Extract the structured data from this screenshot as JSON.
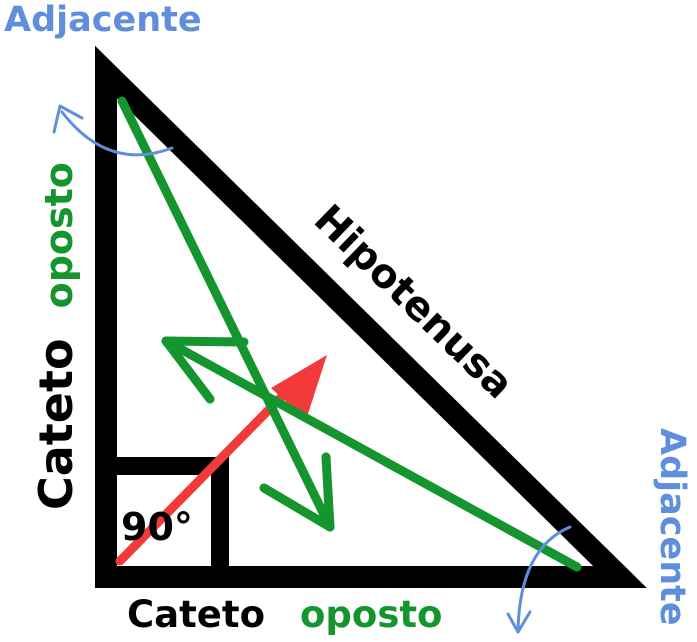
{
  "labels": {
    "adjacent_top": "Adjacente",
    "adjacent_right": "Adjacente",
    "hypotenuse": "Hipotenusa",
    "left_leg_word": "Cateto",
    "left_leg_role": "oposto",
    "bottom_leg_word": "Cateto",
    "bottom_leg_role": "oposto",
    "right_angle": "90°"
  },
  "colors": {
    "outline": "#000000",
    "green": "#15952e",
    "red": "#f23a3a",
    "blue": "#5f8fdc"
  }
}
